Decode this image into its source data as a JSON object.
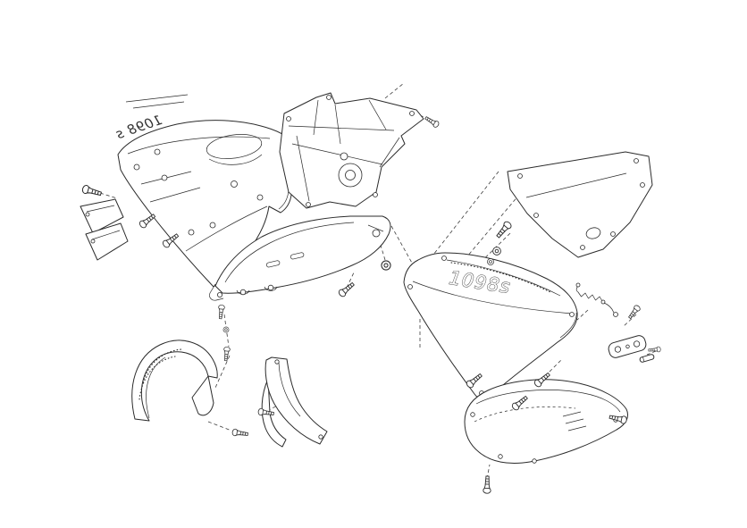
{
  "diagram": {
    "kind": "exploded-parts-diagram",
    "decals": {
      "left_fairing_mirrored": "1098 s",
      "right_fairing": "1098s"
    },
    "colors": {
      "background": "#ffffff",
      "line": "#2b2b2b"
    }
  }
}
